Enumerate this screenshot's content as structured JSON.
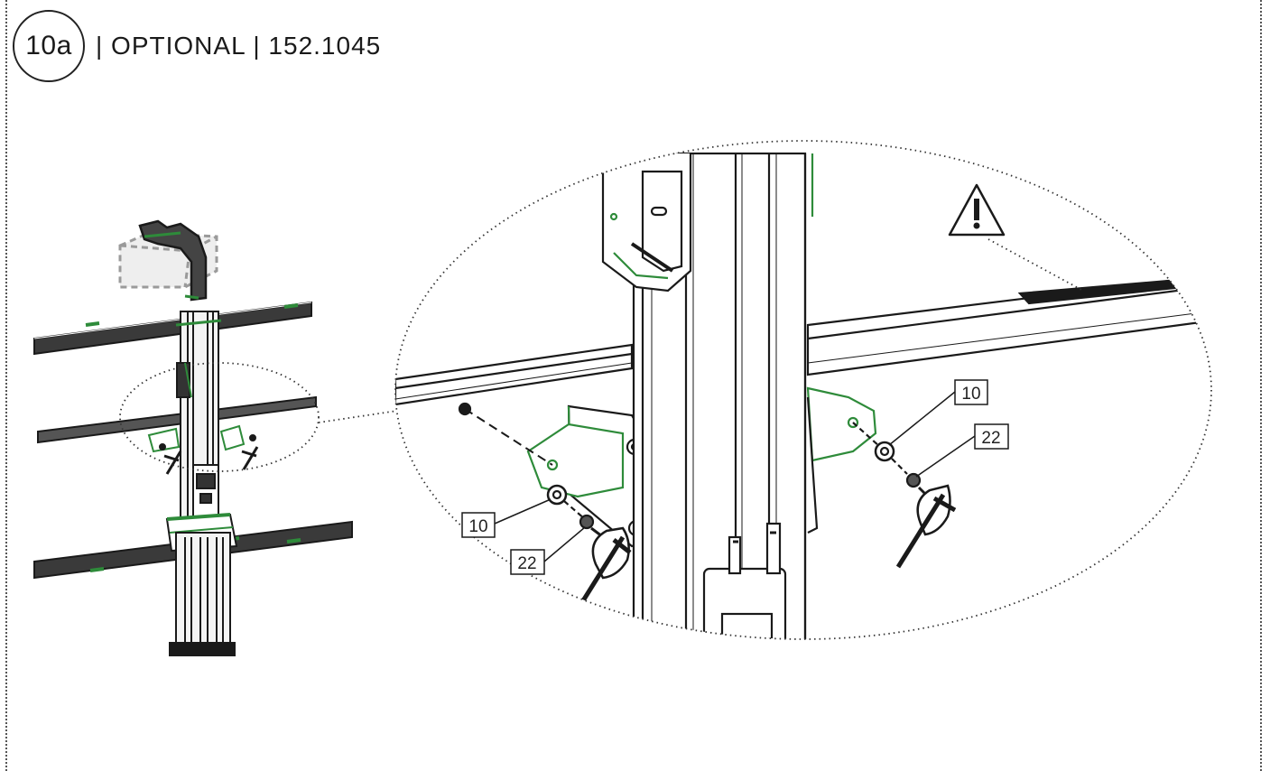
{
  "header": {
    "step_number": "10a",
    "title": "| OPTIONAL | 152.1045"
  },
  "callouts": {
    "left_washer": "10",
    "left_screw": "22",
    "right_washer": "10",
    "right_screw": "22"
  },
  "colors": {
    "line": "#1a1a1a",
    "accent_green": "#2e8b3a",
    "ghost_gray": "#9a9a9a"
  },
  "icons": {
    "warning": "warning-triangle-icon"
  }
}
